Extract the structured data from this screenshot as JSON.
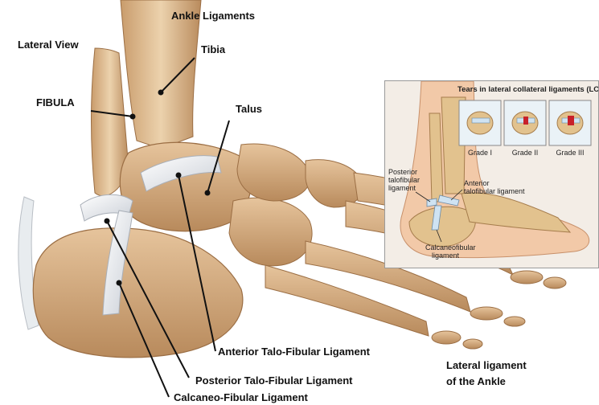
{
  "main": {
    "title": "Ankle Ligaments",
    "view": "Lateral View",
    "labels": {
      "tibia": "Tibia",
      "fibula": "FIBULA",
      "talus": "Talus",
      "atfl": "Anterior Talo-Fibular Ligament",
      "ptfl": "Posterior Talo-Fibular Ligament",
      "cfl": "Calcaneo-Fibular Ligament"
    },
    "caption_line1": "Lateral ligament",
    "caption_line2": "of the Ankle"
  },
  "inset": {
    "title": "Tears in lateral collateral ligaments (LCL)",
    "grades": [
      "Grade I",
      "Grade II",
      "Grade III"
    ],
    "labels": {
      "ptfl_1": "Posterior",
      "ptfl_2": "talofibular",
      "ptfl_3": "ligament",
      "atfl_1": "Anterior",
      "atfl_2": "talofibular ligament",
      "cfl_1": "Calcaneofibular",
      "cfl_2": "ligament"
    }
  },
  "colors": {
    "bone": "#d9b48a",
    "bone_shadow": "#a87a4e",
    "ligament": "#eef0f2",
    "tear": "#c8202a",
    "inset_bg": "#f3ede6"
  }
}
